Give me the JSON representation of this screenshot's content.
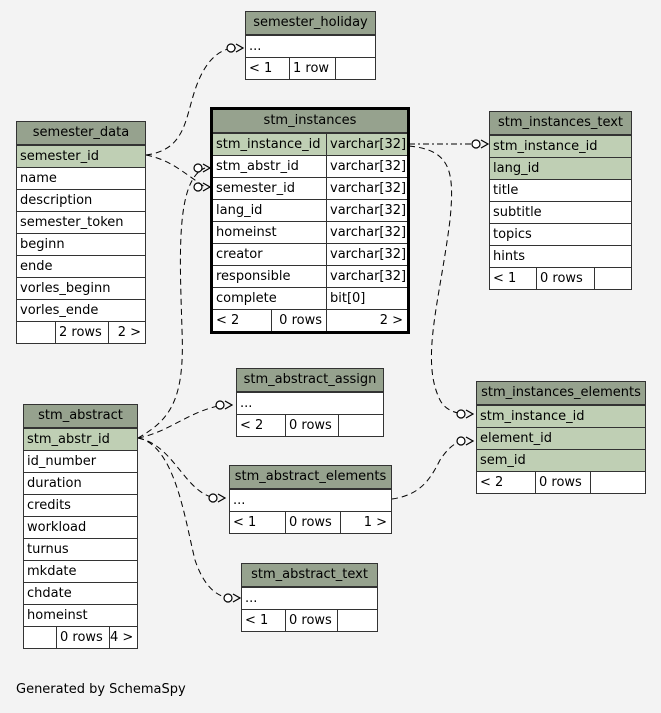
{
  "tables": {
    "semester_holiday": {
      "name": "semester_holiday",
      "rows": [
        "..."
      ],
      "summary": [
        "< 1",
        "1 row",
        ""
      ]
    },
    "stm_instances": {
      "name": "stm_instances",
      "columns": [
        {
          "name": "stm_instance_id",
          "type": "varchar[32]"
        },
        {
          "name": "stm_abstr_id",
          "type": "varchar[32]"
        },
        {
          "name": "semester_id",
          "type": "varchar[32]"
        },
        {
          "name": "lang_id",
          "type": "varchar[32]"
        },
        {
          "name": "homeinst",
          "type": "varchar[32]"
        },
        {
          "name": "creator",
          "type": "varchar[32]"
        },
        {
          "name": "responsible",
          "type": "varchar[32]"
        },
        {
          "name": "complete",
          "type": "bit[0]"
        }
      ],
      "summary": [
        "< 2",
        "0 rows",
        "2 >"
      ]
    },
    "stm_instances_text": {
      "name": "stm_instances_text",
      "rows": [
        "stm_instance_id",
        "lang_id",
        "title",
        "subtitle",
        "topics",
        "hints"
      ],
      "summary": [
        "< 1",
        "0 rows",
        ""
      ]
    },
    "semester_data": {
      "name": "semester_data",
      "rows": [
        "semester_id",
        "name",
        "description",
        "semester_token",
        "beginn",
        "ende",
        "vorles_beginn",
        "vorles_ende"
      ],
      "summary": [
        "",
        "2 rows",
        "2 >"
      ]
    },
    "stm_abstract_assign": {
      "name": "stm_abstract_assign",
      "rows": [
        "..."
      ],
      "summary": [
        "< 2",
        "0 rows",
        ""
      ]
    },
    "stm_abstract": {
      "name": "stm_abstract",
      "rows": [
        "stm_abstr_id",
        "id_number",
        "duration",
        "credits",
        "workload",
        "turnus",
        "mkdate",
        "chdate",
        "homeinst"
      ],
      "summary": [
        "",
        "0 rows",
        "4 >"
      ]
    },
    "stm_instances_elements": {
      "name": "stm_instances_elements",
      "rows": [
        "stm_instance_id",
        "element_id",
        "sem_id"
      ],
      "summary": [
        "< 2",
        "0 rows",
        ""
      ]
    },
    "stm_abstract_elements": {
      "name": "stm_abstract_elements",
      "rows": [
        "..."
      ],
      "summary": [
        "< 1",
        "0 rows",
        "1 >"
      ]
    },
    "stm_abstract_text": {
      "name": "stm_abstract_text",
      "rows": [
        "..."
      ],
      "summary": [
        "< 1",
        "0 rows",
        ""
      ]
    }
  },
  "footer": "Generated by SchemaSpy"
}
